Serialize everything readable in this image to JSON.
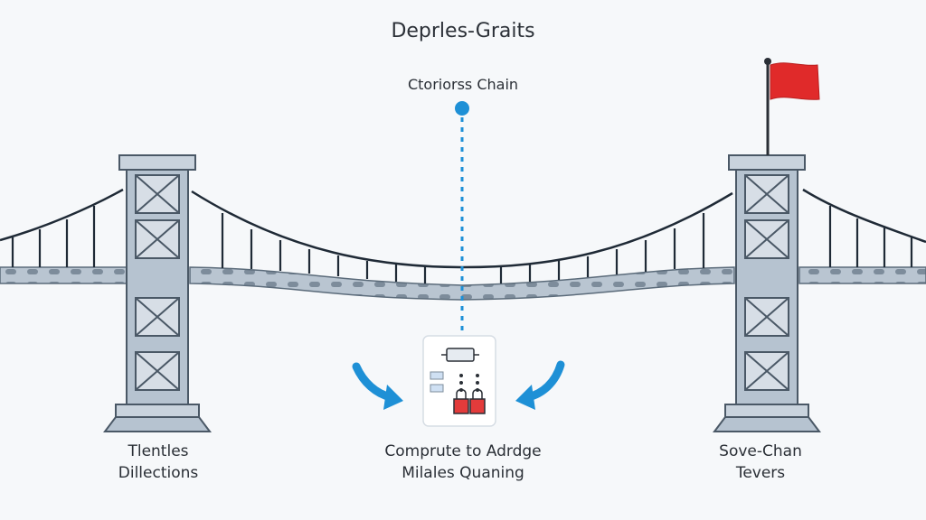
{
  "title": "Deprles-Graits",
  "chain_label": "Ctoriorss Chain",
  "center_caption": {
    "line1": "Comprute to Adrdge",
    "line2": "Milales Quaning"
  },
  "left_caption": {
    "line1": "Tlentles",
    "line2": "Dillections"
  },
  "right_caption": {
    "line1": "Sove-Chan",
    "line2": "Tevers"
  },
  "colors": {
    "background": "#f6f8fa",
    "steel": "#9aa9b8",
    "steel_dark": "#4a5866",
    "cable": "#1f2a36",
    "accent_blue": "#1e90d6",
    "flag_red": "#e02a2a",
    "lock_red": "#e33b3b"
  },
  "icons": [
    "left-tower",
    "right-tower",
    "red-flag",
    "center-node",
    "left-arrow-icon",
    "right-arrow-icon",
    "device-card-icon"
  ]
}
